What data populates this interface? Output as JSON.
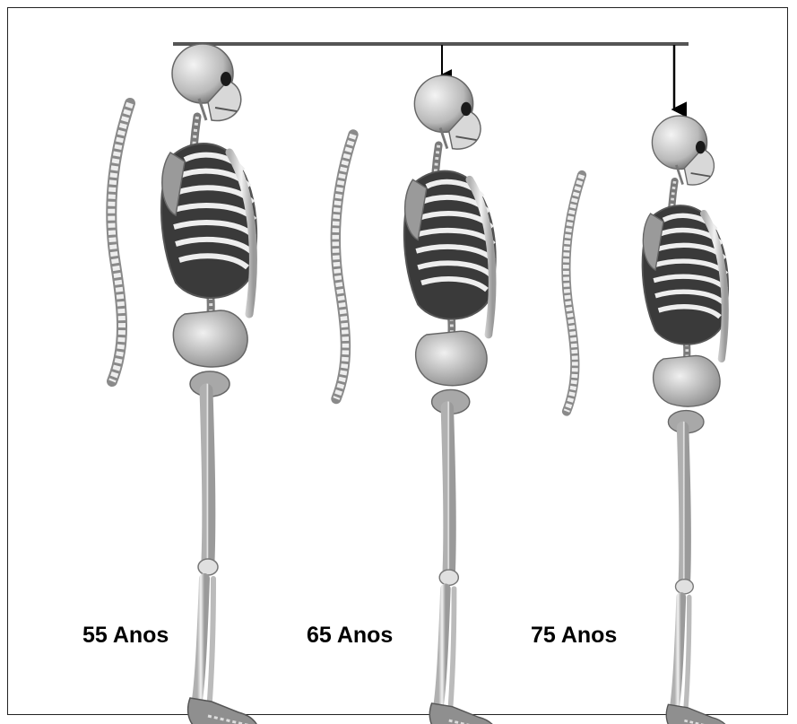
{
  "figure": {
    "labels": [
      "55 Anos",
      "65 Anos",
      "75 Anos"
    ],
    "reference_line": "height reference",
    "icons": [
      "skeleton-icon",
      "spine-icon",
      "down-arrow-icon"
    ],
    "colors": {
      "ink": "#000000",
      "bone": "#e6e6e6",
      "bone_shade": "#8a8a8a",
      "dark": "#2a2a2a"
    }
  }
}
